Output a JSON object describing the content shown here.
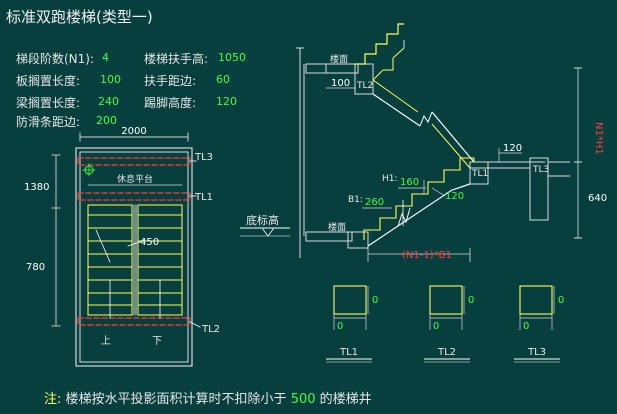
{
  "title": "标准双跑楼梯(类型一)",
  "params": [
    {
      "label": "梯段阶数(N1):",
      "value": "4"
    },
    {
      "label": "板搁置长度:",
      "value": "100"
    },
    {
      "label": "梁搁置长度:",
      "value": "240"
    },
    {
      "label": "防滑条距边:",
      "value": "200"
    },
    {
      "label": "楼梯扶手高:",
      "value": "1050"
    },
    {
      "label": "扶手距边:",
      "value": "60"
    },
    {
      "label": "踢脚高度:",
      "value": "120"
    }
  ],
  "plan": {
    "width_dim": "2000",
    "dim_1380": "1380",
    "dim_780": "780",
    "dim_450": "450",
    "landing_label": "休息平台",
    "tl3": "TL3",
    "tl1": "TL1",
    "tl2": "TL2",
    "up": "上",
    "down": "下"
  },
  "section": {
    "floor_top": "楼面",
    "floor_bottom": "楼面",
    "tl2": "TL2",
    "tl1": "TL1",
    "tl3": "TL3",
    "dim_100": "100",
    "dim_120": "120",
    "dim_160": "160",
    "dim_260": "260",
    "dim_120b": "120",
    "h1": "H1:",
    "b1": "B1:",
    "n1h1": "N1*H1",
    "n1b1": "(N1-1)*B1",
    "dim_640": "640",
    "base_elev": "底标高"
  },
  "beams": [
    {
      "label": "TL1",
      "dim": "0"
    },
    {
      "label": "TL2",
      "dim": "0"
    },
    {
      "label": "TL3",
      "dim": "0"
    }
  ],
  "note": {
    "prefix": "注:",
    "text_a": "楼梯按水平投影面积计算时不扣除小于",
    "num": "500",
    "text_b": "的楼梯井"
  }
}
